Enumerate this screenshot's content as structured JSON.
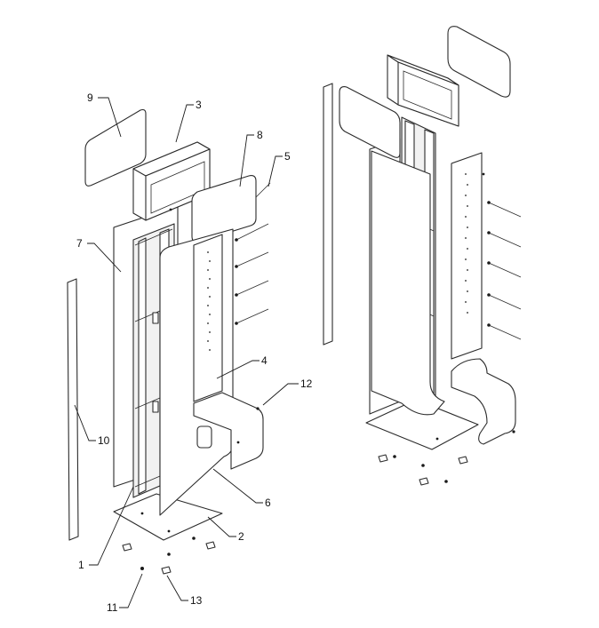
{
  "callouts": {
    "c1": "1",
    "c2": "2",
    "c3": "3",
    "c4": "4",
    "c5": "5",
    "c6": "6",
    "c7": "7",
    "c8": "8",
    "c9": "9",
    "c10": "10",
    "c11": "11",
    "c12": "12",
    "c13": "13"
  },
  "colors": {
    "line": "#2b2b2b",
    "background": "#ffffff"
  }
}
